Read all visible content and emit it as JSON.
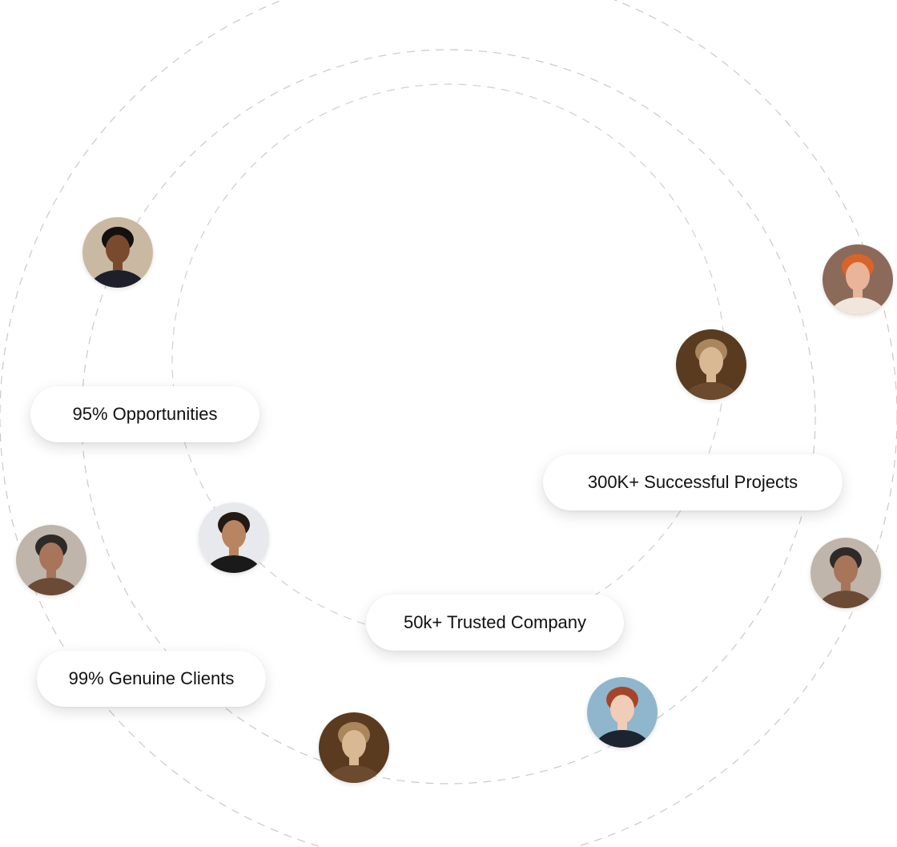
{
  "stats": [
    {
      "label": "95% Opportunities"
    },
    {
      "label": "300K+ Successful Projects"
    },
    {
      "label": "50k+ Trusted Company"
    },
    {
      "label": "99% Genuine Clients"
    }
  ],
  "avatars": [
    {
      "name": "young man looking up",
      "skin": "#7a4a2e",
      "hair": "#151010",
      "shirt": "#1d1f2a",
      "bg": "#c9b9a2"
    },
    {
      "name": "woman with orange hair",
      "skin": "#e8b49a",
      "hair": "#d9642a",
      "shirt": "#f1e6dc",
      "bg": "#8b6a5a"
    },
    {
      "name": "woman with hat, sepia",
      "skin": "#d9b894",
      "hair": "#a9865c",
      "shirt": "#6b4a2e",
      "bg": "#5a3b20"
    },
    {
      "name": "smiling man with sunglasses",
      "skin": "#b88462",
      "hair": "#241a14",
      "shirt": "#1a1a1a",
      "bg": "#e7e9ec"
    },
    {
      "name": "bearded man with beanie",
      "skin": "#a8755a",
      "hair": "#2e2a27",
      "shirt": "#6b4b35",
      "bg": "#bfb5aa"
    },
    {
      "name": "bearded man with beanie",
      "skin": "#a8755a",
      "hair": "#2e2a27",
      "shirt": "#6b4b35",
      "bg": "#bfb5aa"
    },
    {
      "name": "woman with short red hair",
      "skin": "#f0cdb7",
      "hair": "#a6442a",
      "shirt": "#1d2430",
      "bg": "#8fb6cc"
    },
    {
      "name": "woman with hat, sepia",
      "skin": "#d9b894",
      "hair": "#a9865c",
      "shirt": "#6b4a2e",
      "bg": "#5a3b20"
    }
  ]
}
